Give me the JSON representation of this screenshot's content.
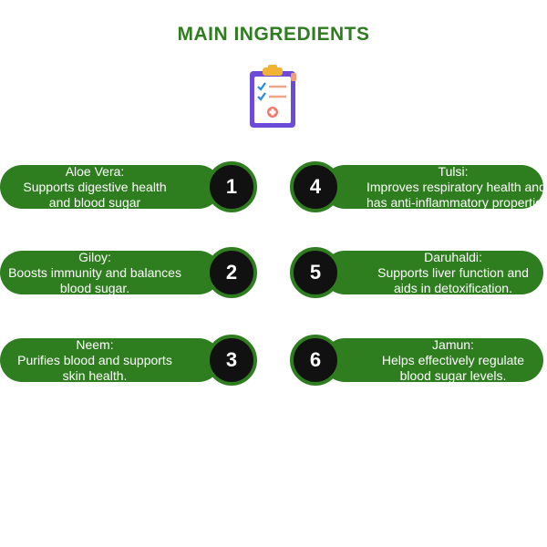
{
  "title": "MAIN INGREDIENTS",
  "icon": "clipboard-checklist-icon",
  "colors": {
    "green": "#2e7d1f",
    "badge": "#111111",
    "text": "#ffffff"
  },
  "ingredients": [
    {
      "number": "1",
      "name": "Aloe Vera:",
      "line1": "Supports digestive health",
      "line2": "and blood sugar"
    },
    {
      "number": "2",
      "name": "Giloy:",
      "line1": "Boosts immunity and balances",
      "line2": "blood sugar."
    },
    {
      "number": "3",
      "name": "Neem:",
      "line1": "Purifies blood and supports",
      "line2": "skin health."
    },
    {
      "number": "4",
      "name": "Tulsi:",
      "line1": "Improves respiratory health and",
      "line2": "has anti-inflammatory properties."
    },
    {
      "number": "5",
      "name": "Daruhaldi:",
      "line1": "Supports liver function and",
      "line2": "aids in detoxification."
    },
    {
      "number": "6",
      "name": "Jamun:",
      "line1": "Helps effectively regulate",
      "line2": "blood sugar levels."
    }
  ]
}
